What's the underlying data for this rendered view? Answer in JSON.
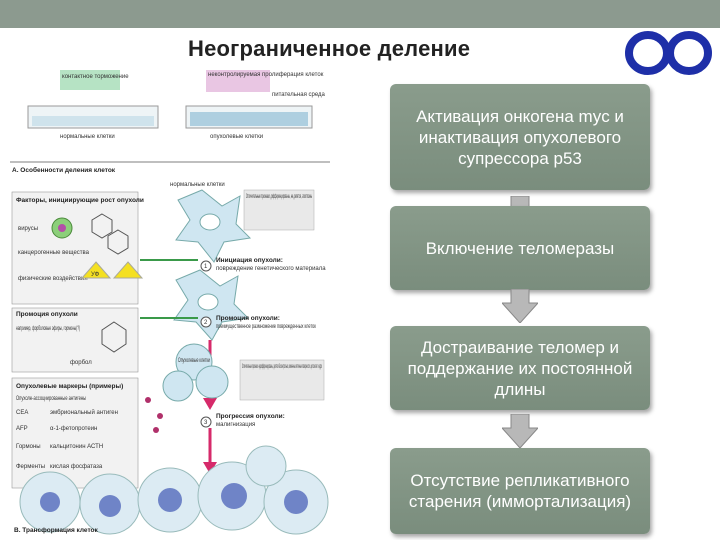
{
  "title": "Неограниченное деление",
  "colors": {
    "topbar": "#8c9a8f",
    "box": "#7f9282",
    "logo": "#1e2fa8"
  },
  "flow": [
    {
      "text": "Активация онкогена myc и инактивация опухолевого супрессора р53"
    },
    {
      "text": "Включение теломеразы"
    },
    {
      "text": "Достраивание теломер и поддержание их постоянной длины"
    },
    {
      "text": "Отсутствие репликативного старения (иммортализация)"
    }
  ],
  "figure": {
    "contact_label": "контактное торможение",
    "uncontrolled_label": "неконтролируемая пролиферация клеток",
    "medium_label": "питательная среда",
    "normal_cells": "нормальные клетки",
    "tumor_cells": "опухолевые клетки",
    "section_a": "А. Особенности деления клеток",
    "normal_cells2": "нормальные клетки",
    "factors": "Факторы, инициирующие рост опухоли",
    "viruses": "вирусы",
    "carcinogens": "канцерогенные вещества",
    "physical": "физические воздействия",
    "uv": "УФ",
    "initiation": "Инициация опухоли:",
    "initiation_desc": "повреждение генетического материала",
    "distinctive1": "Отличительные признаки: дифференцированы, не делятся, апоптозны",
    "promotion_left": "Промоция опухоли",
    "promoters": "например, форболовые эфиры, гормоны(?)",
    "phorbol": "форбол",
    "promotion": "Промоция опухоли:",
    "promotion_desc": "преимущественное размножение поврежденных клеток",
    "tumor_cells2": "Опухолевые клетки",
    "distinctive2": "Отличительные признаки: недифференцированы, делятся бесконтрольно, изменены клеточные поверхности, цитоскелет и ядро",
    "markers": "Опухолевые маркеры (примеры)",
    "marker_antigens": "Опухоле-ассоциированные антигены",
    "cea": "CEA",
    "cea_desc": "эмбриональный антиген",
    "afp": "AFP",
    "afp_desc": "α-1-фетопротеин",
    "hormones": "Гормоны",
    "hormones_desc": "кальцитонин АСТН",
    "enzymes": "Ферменты",
    "enzymes_desc": "кислая фосфатаза",
    "progression": "Прогрессия опухоли:",
    "progression_desc": "малигнизация",
    "section_b": "В. Трансформация клеток",
    "step1": "1",
    "step2": "2",
    "step3": "3"
  }
}
